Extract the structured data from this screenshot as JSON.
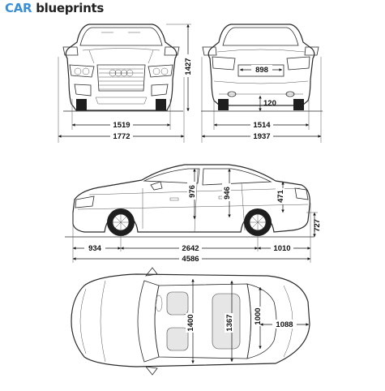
{
  "logo": {
    "brand": "CAR",
    "rest": " blueprints"
  },
  "front_view": {
    "width_track": "1519",
    "width_overall": "1772",
    "height": "1427"
  },
  "rear_view": {
    "plate_width": "898",
    "ground_clearance": "120",
    "width_track": "1514",
    "width_mirrors": "1937"
  },
  "side_view": {
    "front_overhang": "934",
    "wheelbase": "2642",
    "rear_overhang": "1010",
    "length": "4586",
    "front_door_height": "976",
    "rear_door_height": "946",
    "boot_height": "471",
    "rear_bumper_height": "727"
  },
  "top_view": {
    "front_cabin_width": "1400",
    "rear_cabin_width": "1367",
    "trunk_width": "1000",
    "trunk_length": "1088"
  }
}
